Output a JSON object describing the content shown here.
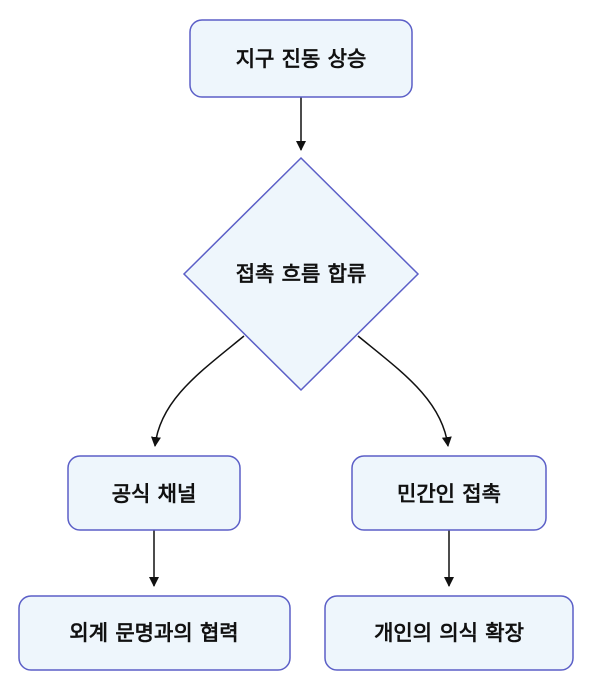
{
  "diagram": {
    "type": "flowchart",
    "colors": {
      "node_fill": "#eef6fc",
      "node_border": "#5b5fc7",
      "edge": "#111111",
      "text": "#111111"
    },
    "nodes": {
      "rise": {
        "label": "지구 진동 상승",
        "shape": "rounded-rectangle"
      },
      "merge": {
        "label": "접촉 흐름 합류",
        "shape": "diamond"
      },
      "official": {
        "label": "공식 채널",
        "shape": "rounded-rectangle"
      },
      "civilian": {
        "label": "민간인 접촉",
        "shape": "rounded-rectangle"
      },
      "alien": {
        "label": "외계 문명과의 협력",
        "shape": "rounded-rectangle"
      },
      "consciousness": {
        "label": "개인의 의식 확장",
        "shape": "rounded-rectangle"
      }
    },
    "edges": [
      {
        "from": "rise",
        "to": "merge"
      },
      {
        "from": "merge",
        "to": "official"
      },
      {
        "from": "merge",
        "to": "civilian"
      },
      {
        "from": "official",
        "to": "alien"
      },
      {
        "from": "civilian",
        "to": "consciousness"
      }
    ]
  }
}
